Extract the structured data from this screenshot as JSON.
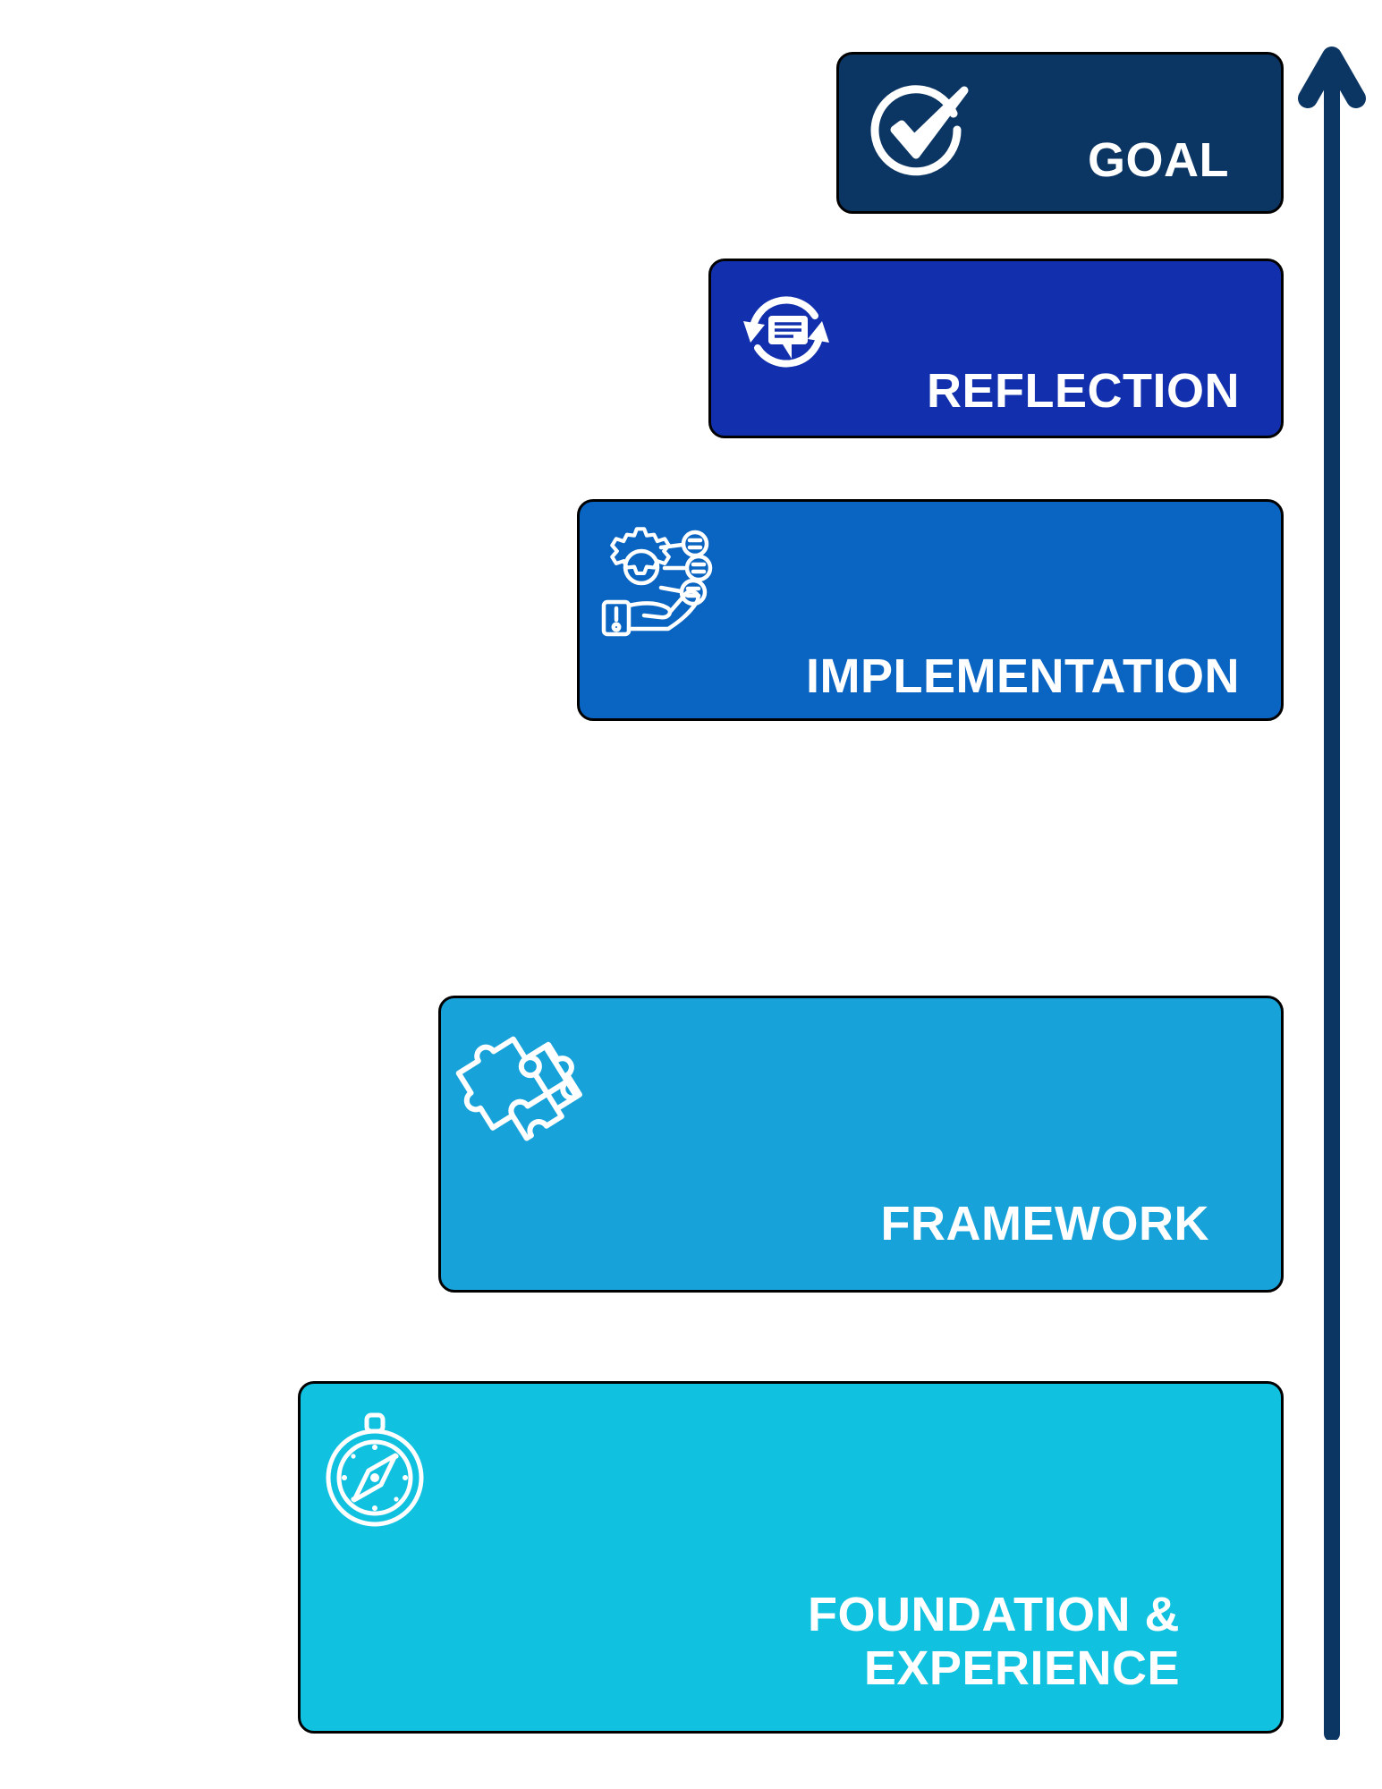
{
  "diagram": {
    "title": "Staircase growth diagram",
    "direction_arrow": {
      "name": "upward-growth-arrow",
      "color": "#0b3563",
      "orientation": "up"
    },
    "colors": {
      "goal": "#0b3563",
      "reflection": "#1230ad",
      "implementation": "#0a65c2",
      "framework": "#17a2da",
      "foundation": "#11c1e0",
      "outline": "#000000",
      "label_text": "#ffffff",
      "background": "#ffffff"
    },
    "steps": [
      {
        "id": "goal",
        "label": "GOAL",
        "icon": "check-circle-icon",
        "color": "#0b3563",
        "level": 5
      },
      {
        "id": "reflection",
        "label": "REFLECTION",
        "icon": "refresh-speech-bubble-icon",
        "color": "#1230ad",
        "level": 4
      },
      {
        "id": "implementation",
        "label": "IMPLEMENTATION",
        "icon": "gear-in-hand-icon",
        "color": "#0a65c2",
        "level": 3
      },
      {
        "id": "framework",
        "label": "FRAMEWORK",
        "icon": "puzzle-pieces-icon",
        "color": "#17a2da",
        "level": 2
      },
      {
        "id": "foundation",
        "label": "FOUNDATION &\nEXPERIENCE",
        "icon": "compass-icon",
        "color": "#11c1e0",
        "level": 1
      }
    ]
  }
}
